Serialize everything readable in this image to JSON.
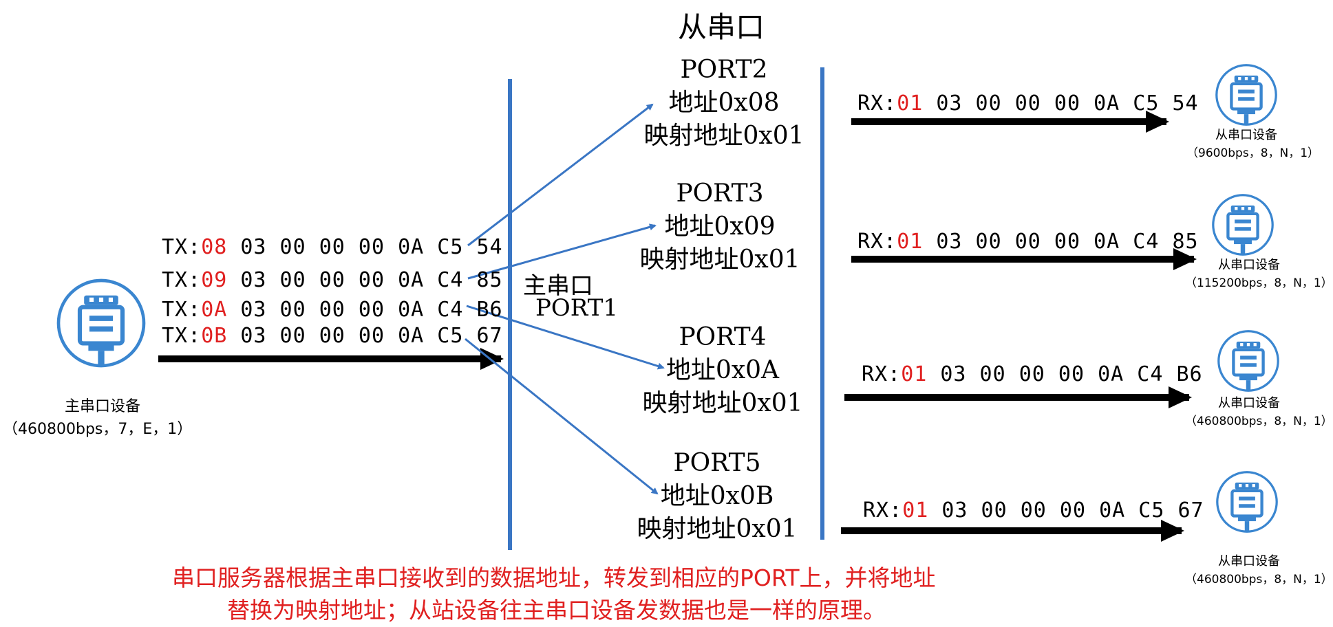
{
  "title": "从串口",
  "master": {
    "name": "主串口设备",
    "params": "（460800bps，7，E，1）",
    "bus_label": "主串口",
    "bus_port": "PORT1",
    "tx_frames": [
      {
        "prefix": "TX:",
        "addr": "08",
        "rest": "03 00 00 00 0A C5 54"
      },
      {
        "prefix": "TX:",
        "addr": "09",
        "rest": "03 00 00 00 0A C4 85"
      },
      {
        "prefix": "TX:",
        "addr": "0A",
        "rest": "03 00 00 00 0A C4 B6"
      },
      {
        "prefix": "TX:",
        "addr": "0B",
        "rest": "03 00 00 00 0A C5 67"
      }
    ]
  },
  "ports": [
    {
      "name": "PORT2",
      "address": "地址0x08",
      "mapped": "映射地址0x01"
    },
    {
      "name": "PORT3",
      "address": "地址0x09",
      "mapped": "映射地址0x01"
    },
    {
      "name": "PORT4",
      "address": "地址0x0A",
      "mapped": "映射地址0x01"
    },
    {
      "name": "PORT5",
      "address": "地址0x0B",
      "mapped": "映射地址0x01"
    }
  ],
  "rx_frames": [
    {
      "prefix": "RX:",
      "addr": "01",
      "rest": "03 00 00 00 0A C5 54"
    },
    {
      "prefix": "RX:",
      "addr": "01",
      "rest": "03 00 00 00 0A C4 85"
    },
    {
      "prefix": "RX:",
      "addr": "01",
      "rest": "03 00 00 00 0A C4 B6"
    },
    {
      "prefix": "RX:",
      "addr": "01",
      "rest": "03 00 00 00 0A C5 67"
    }
  ],
  "slaves": [
    {
      "name": "从串口设备",
      "params": "（9600bps，8，N，1）"
    },
    {
      "name": "从串口设备",
      "params": "（115200bps，8，N，1）"
    },
    {
      "name": "从串口设备",
      "params": "（460800bps，8，N，1）"
    },
    {
      "name": "从串口设备",
      "params": "（460800bps，8，N，1）"
    }
  ],
  "note": {
    "line1": "串口服务器根据主串口接收到的数据地址，转发到相应的PORT上，并将地址",
    "line2": "替换为映射地址；从站设备往主串口设备发数据也是一样的原理。"
  },
  "colors": {
    "line": "#3a76c4",
    "arrow": "#000000",
    "highlight": "#e02020",
    "icon": "#3a86d0"
  }
}
